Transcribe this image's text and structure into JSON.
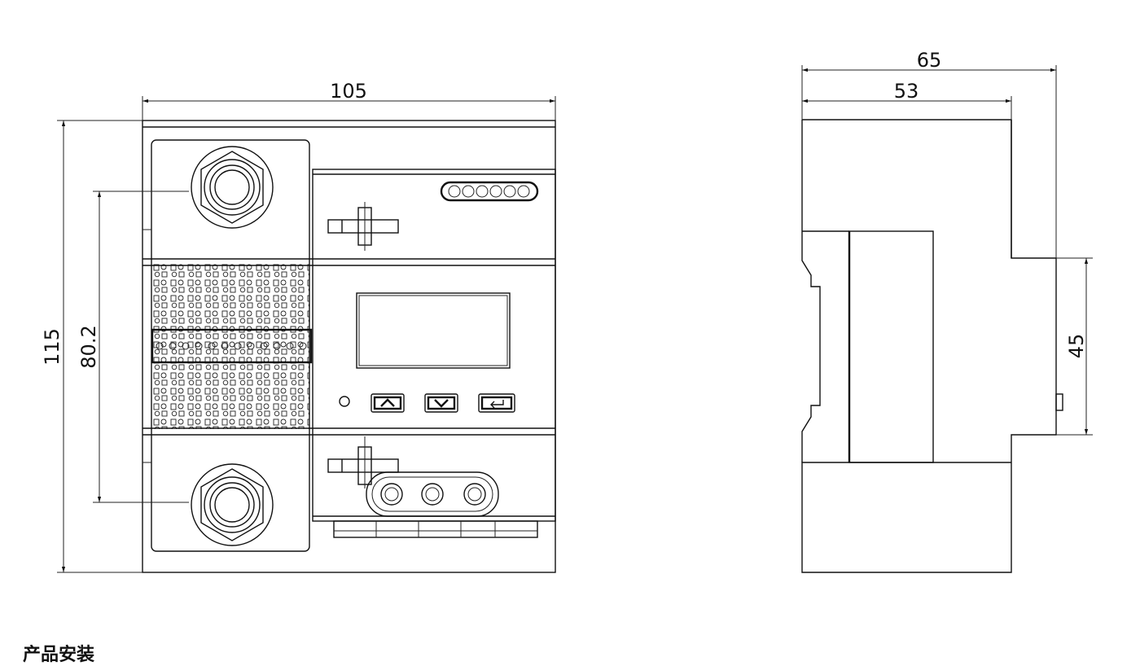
{
  "front_view": {
    "width_dim": "105",
    "height_dim": "115",
    "terminal_spacing_dim": "80.2",
    "button_up_icon": "chevron-up-icon",
    "button_down_icon": "chevron-down-icon",
    "button_enter_icon": "enter-icon"
  },
  "side_view": {
    "overall_depth_dim": "65",
    "body_depth_dim": "53",
    "rail_width_dim": "45"
  },
  "caption": {
    "text": "产品安装"
  }
}
